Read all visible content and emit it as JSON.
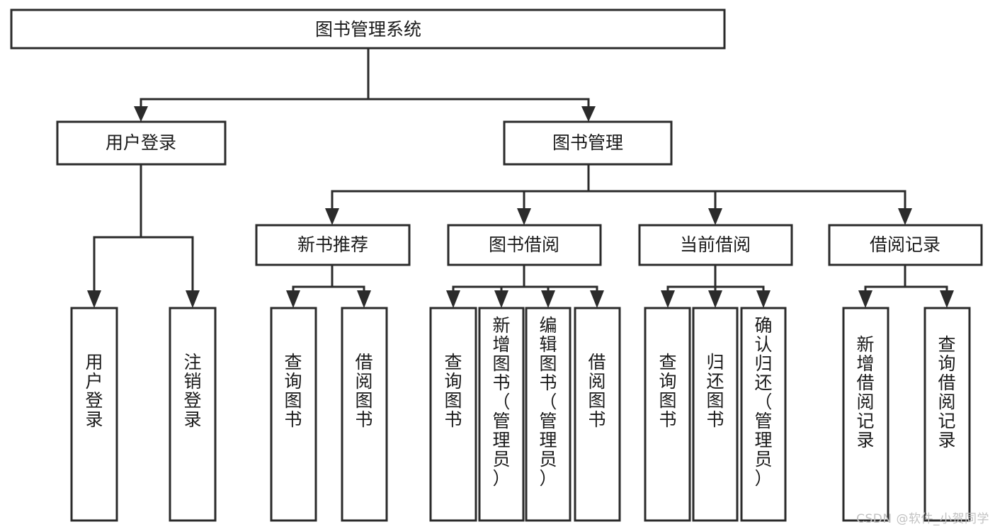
{
  "diagram": {
    "title": "图书管理系统",
    "type": "tree-hierarchy",
    "watermark": "CSDN @软件_小贺同学",
    "colors": {
      "stroke": "#2b2b2b",
      "fill": "#ffffff",
      "text": "#1a1a1a",
      "watermark": "#c2c2c2"
    },
    "nodes": {
      "root": {
        "label": "图书管理系统"
      },
      "level2": [
        {
          "id": "user-login",
          "label": "用户登录"
        },
        {
          "id": "book-management",
          "label": "图书管理"
        }
      ],
      "level3": [
        {
          "id": "new-book-recommend",
          "label": "新书推荐"
        },
        {
          "id": "book-borrow",
          "label": "图书借阅"
        },
        {
          "id": "current-borrow",
          "label": "当前借阅"
        },
        {
          "id": "borrow-record",
          "label": "借阅记录"
        }
      ],
      "leaves": {
        "user-login": [
          {
            "id": "leaf-user-login",
            "label": "用户登录"
          },
          {
            "id": "leaf-logout-login",
            "label": "注销登录"
          }
        ],
        "new-book-recommend": [
          {
            "id": "leaf-query-book-1",
            "label": "查询图书"
          },
          {
            "id": "leaf-borrow-book-1",
            "label": "借阅图书"
          }
        ],
        "book-borrow": [
          {
            "id": "leaf-query-book-2",
            "label": "查询图书"
          },
          {
            "id": "leaf-add-book",
            "label": "新增图书（管理员）"
          },
          {
            "id": "leaf-edit-book",
            "label": "编辑图书（管理员）"
          },
          {
            "id": "leaf-borrow-book-2",
            "label": "借阅图书"
          }
        ],
        "current-borrow": [
          {
            "id": "leaf-query-book-3",
            "label": "查询图书"
          },
          {
            "id": "leaf-return-book",
            "label": "归还图书"
          },
          {
            "id": "leaf-confirm-return",
            "label": "确认归还（管理员）"
          }
        ],
        "borrow-record": [
          {
            "id": "leaf-add-record",
            "label": "新增借阅记录"
          },
          {
            "id": "leaf-query-record",
            "label": "查询借阅记录"
          }
        ]
      }
    }
  }
}
